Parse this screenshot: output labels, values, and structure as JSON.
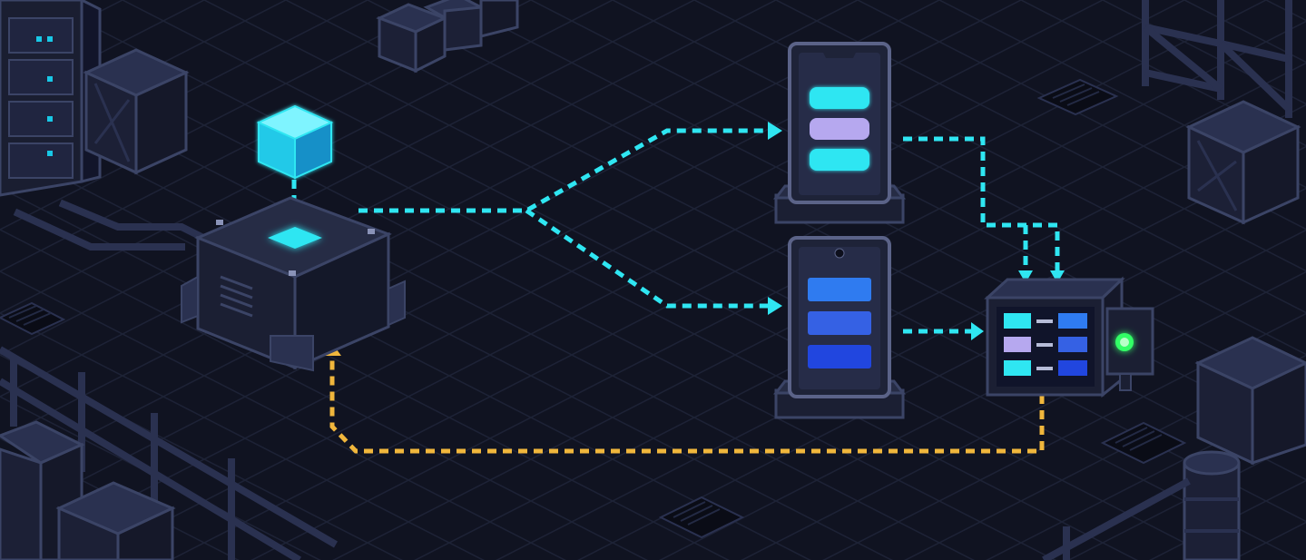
{
  "colors": {
    "background": "#0d0f1c",
    "floor_tile": "#161a2b",
    "floor_grid": "#22283d",
    "structure_dark": "#1b1f33",
    "structure_mid": "#262c45",
    "structure_edge": "#3b4466",
    "cyan": "#2fe6f2",
    "cyan_glow": "#18c8e6",
    "lavender": "#b6a8ef",
    "blue_1": "#2f7bf0",
    "blue_2": "#3561e4",
    "blue_3": "#2146df",
    "yellow": "#f0b63c",
    "green_led": "#33ff66"
  },
  "diagram": {
    "nodes": [
      {
        "id": "source-cube",
        "kind": "hologram-cube",
        "color": "cyan"
      },
      {
        "id": "source-base",
        "kind": "pedestal-block"
      },
      {
        "id": "phone-a",
        "kind": "phone-on-stand",
        "variant": "notch",
        "bars": [
          "cyan",
          "lavender",
          "cyan"
        ]
      },
      {
        "id": "phone-b",
        "kind": "phone-on-stand",
        "variant": "camera-dot",
        "bars": [
          "blue_1",
          "blue_2",
          "blue_3"
        ]
      },
      {
        "id": "monitor",
        "kind": "monitor-console",
        "rows": [
          [
            "cyan",
            "blue_1"
          ],
          [
            "lavender",
            "blue_2"
          ],
          [
            "cyan",
            "blue_3"
          ]
        ],
        "indicator": "green_led"
      }
    ],
    "connectors": [
      {
        "from": "source-base",
        "to": "phone-a",
        "style": "dotted",
        "color": "cyan"
      },
      {
        "from": "source-base",
        "to": "phone-b",
        "style": "dotted",
        "color": "cyan"
      },
      {
        "from": "phone-a",
        "to": "monitor",
        "style": "dotted",
        "color": "cyan"
      },
      {
        "from": "phone-b",
        "to": "monitor",
        "style": "dotted",
        "color": "cyan"
      },
      {
        "from": "monitor",
        "to": "source-base",
        "style": "dotted",
        "color": "yellow"
      }
    ]
  }
}
